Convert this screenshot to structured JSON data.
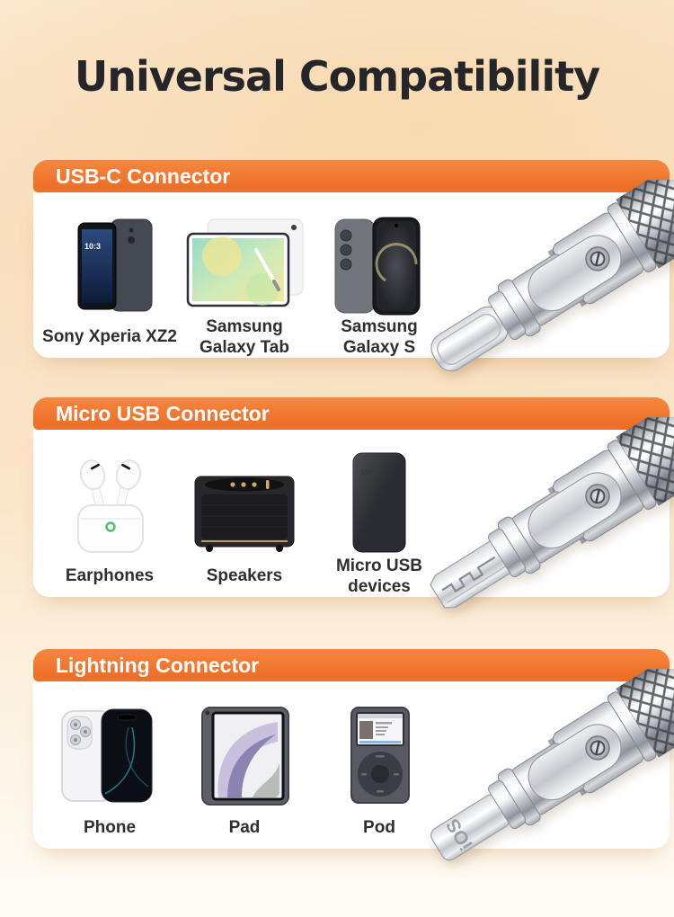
{
  "page": {
    "title": "Universal Compatibility"
  },
  "colors": {
    "accent_orange": "#F0742E",
    "header_text": "#FFFFFF",
    "title_text": "#26252A",
    "label_text": "#2F2E33",
    "card_background": "#FFFFFF",
    "page_gradient_top": "#FBEAD3",
    "page_gradient_bottom": "#FEFCF5"
  },
  "sections": [
    {
      "header": "USB-C Connector",
      "connector_image": "usb-c-swivel-metal-plug",
      "devices": [
        {
          "label": "Sony Xperia XZ2",
          "art": "sony-xperia-phones",
          "screen_text": "10:3"
        },
        {
          "label": "Samsung Galaxy Tab",
          "art": "samsung-tablet-with-pen"
        },
        {
          "label": "Samsung Galaxy S",
          "art": "samsung-galaxy-phones"
        }
      ]
    },
    {
      "header": "Micro USB Connector",
      "connector_image": "micro-usb-swivel-metal-plug",
      "devices": [
        {
          "label": "Earphones",
          "art": "wireless-earbuds-case"
        },
        {
          "label": "Speakers",
          "art": "black-speaker"
        },
        {
          "label": "Micro USB devices",
          "art": "portable-hard-drive"
        }
      ]
    },
    {
      "header": "Lightning Connector",
      "connector_image": "lightning-swivel-metal-plug",
      "engraving": "iOS",
      "devices": [
        {
          "label": "Phone",
          "art": "iphone-front-back"
        },
        {
          "label": "Pad",
          "art": "ipad-air"
        },
        {
          "label": "Pod",
          "art": "ipod-classic"
        }
      ]
    }
  ]
}
